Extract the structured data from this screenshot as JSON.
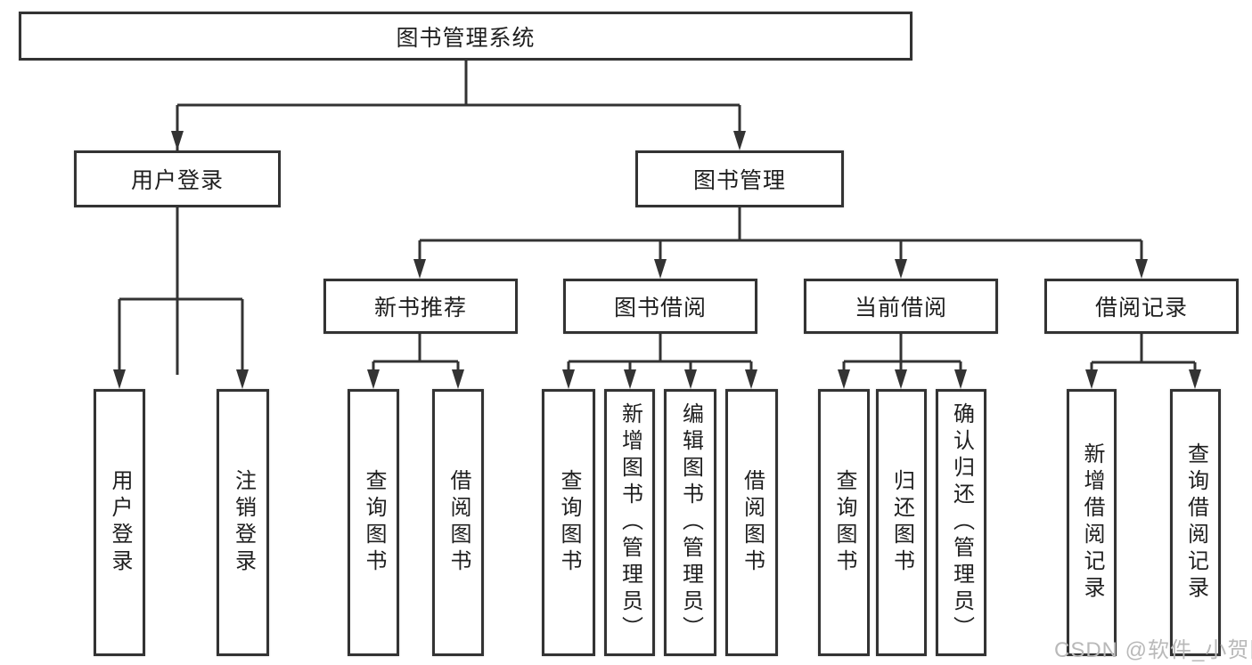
{
  "diagram": {
    "root": {
      "label": "图书管理系统"
    },
    "level2": [
      {
        "id": "user-login",
        "label": "用户登录"
      },
      {
        "id": "book-management",
        "label": "图书管理"
      }
    ],
    "level3": [
      {
        "id": "new-book-recommend",
        "label": "新书推荐"
      },
      {
        "id": "book-borrowing",
        "label": "图书借阅"
      },
      {
        "id": "current-borrowing",
        "label": "当前借阅"
      },
      {
        "id": "borrowing-records",
        "label": "借阅记录"
      }
    ],
    "leaves": {
      "user_login": [
        {
          "label": "用户登录"
        },
        {
          "label": "注销登录"
        }
      ],
      "new_book_recommend": [
        {
          "label": "查询图书"
        },
        {
          "label": "借阅图书"
        }
      ],
      "book_borrowing": [
        {
          "label": "查询图书"
        },
        {
          "label": "新增图书（管理员）"
        },
        {
          "label": "编辑图书（管理员）"
        },
        {
          "label": "借阅图书"
        }
      ],
      "current_borrowing": [
        {
          "label": "查询图书"
        },
        {
          "label": "归还图书"
        },
        {
          "label": "确认归还（管理员）"
        }
      ],
      "borrowing_records": [
        {
          "label": "新增借阅记录"
        },
        {
          "label": "查询借阅记录"
        }
      ]
    },
    "colors": {
      "line": "#333333",
      "text": "#1f1f1f",
      "background": "#ffffff",
      "watermark": "#b9b9b9"
    }
  },
  "watermark": {
    "text": "CSDN @软件_小贺同学"
  }
}
